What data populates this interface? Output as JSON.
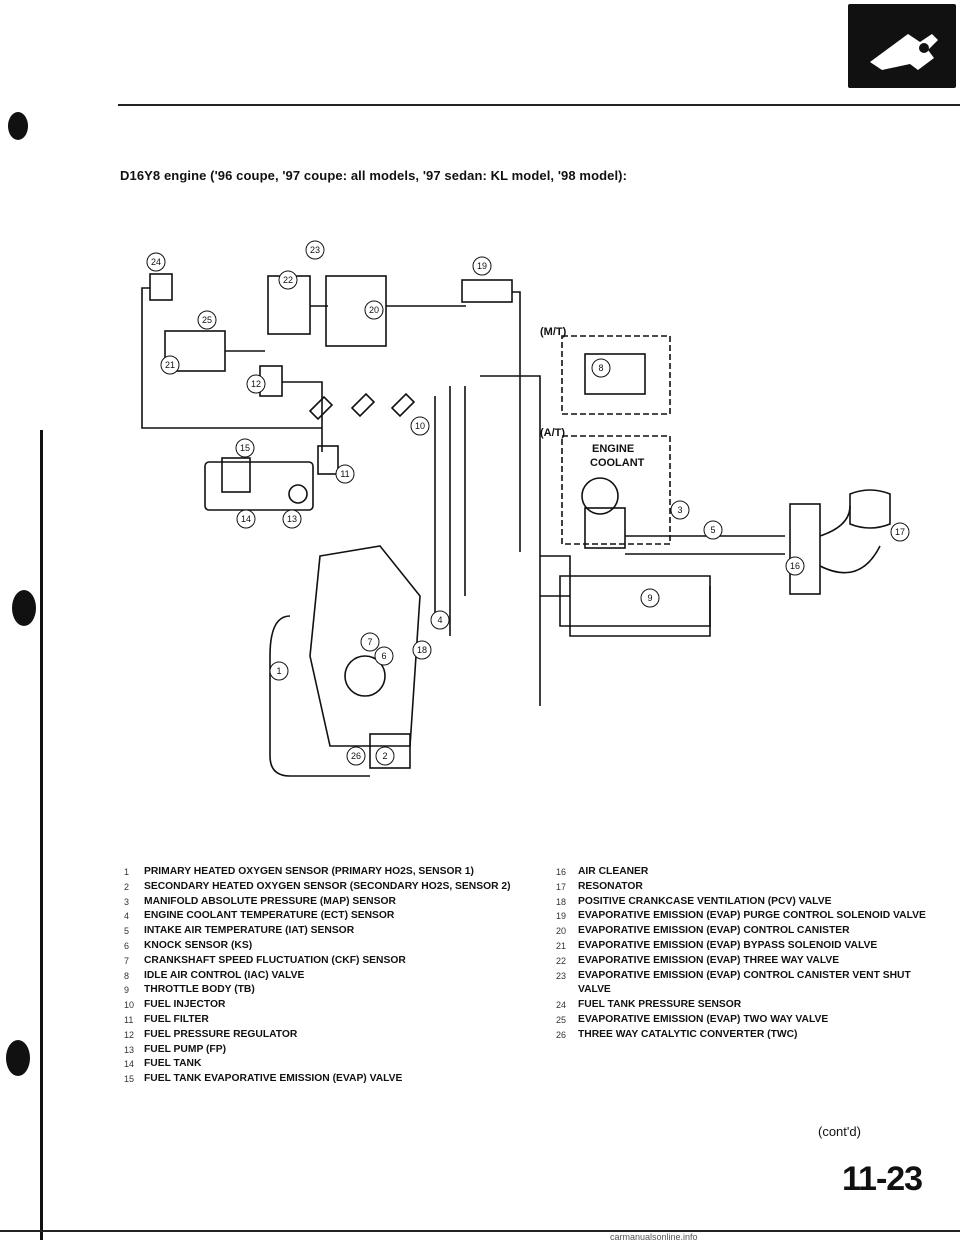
{
  "header": {
    "title": "D16Y8 engine ('96 coupe, '97 coupe: all models, '97 sedan: KL model, '98 model):"
  },
  "diagram": {
    "labels": {
      "mt": "(M/T)",
      "at": "(A/T)",
      "engine": "ENGINE",
      "coolant": "COOLANT"
    },
    "callouts": [
      "1",
      "2",
      "3",
      "4",
      "5",
      "6",
      "7",
      "8",
      "9",
      "10",
      "11",
      "12",
      "13",
      "14",
      "15",
      "16",
      "17",
      "18",
      "19",
      "20",
      "21",
      "22",
      "23",
      "24",
      "25",
      "26"
    ]
  },
  "legend_left": [
    {
      "num": "1",
      "text": "PRIMARY HEATED OXYGEN SENSOR (PRIMARY HO2S, SENSOR 1)"
    },
    {
      "num": "2",
      "text": "SECONDARY HEATED OXYGEN SENSOR (SECONDARY HO2S, SENSOR 2)"
    },
    {
      "num": "3",
      "text": "MANIFOLD ABSOLUTE PRESSURE (MAP) SENSOR"
    },
    {
      "num": "4",
      "text": "ENGINE COOLANT TEMPERATURE (ECT) SENSOR"
    },
    {
      "num": "5",
      "text": "INTAKE AIR TEMPERATURE (IAT) SENSOR"
    },
    {
      "num": "6",
      "text": "KNOCK SENSOR (KS)"
    },
    {
      "num": "7",
      "text": "CRANKSHAFT SPEED FLUCTUATION (CKF) SENSOR"
    },
    {
      "num": "8",
      "text": "IDLE AIR CONTROL (IAC) VALVE"
    },
    {
      "num": "9",
      "text": "THROTTLE BODY (TB)"
    },
    {
      "num": "10",
      "text": "FUEL INJECTOR"
    },
    {
      "num": "11",
      "text": "FUEL FILTER"
    },
    {
      "num": "12",
      "text": "FUEL PRESSURE REGULATOR"
    },
    {
      "num": "13",
      "text": "FUEL PUMP (FP)"
    },
    {
      "num": "14",
      "text": "FUEL TANK"
    },
    {
      "num": "15",
      "text": "FUEL TANK EVAPORATIVE EMISSION (EVAP) VALVE"
    }
  ],
  "legend_right": [
    {
      "num": "16",
      "text": "AIR CLEANER"
    },
    {
      "num": "17",
      "text": "RESONATOR"
    },
    {
      "num": "18",
      "text": "POSITIVE CRANKCASE VENTILATION (PCV) VALVE"
    },
    {
      "num": "19",
      "text": "EVAPORATIVE EMISSION (EVAP) PURGE CONTROL SOLENOID VALVE"
    },
    {
      "num": "20",
      "text": "EVAPORATIVE EMISSION (EVAP) CONTROL CANISTER"
    },
    {
      "num": "21",
      "text": "EVAPORATIVE EMISSION (EVAP) BYPASS SOLENOID VALVE"
    },
    {
      "num": "22",
      "text": "EVAPORATIVE EMISSION (EVAP) THREE WAY VALVE"
    },
    {
      "num": "23",
      "text": "EVAPORATIVE EMISSION (EVAP) CONTROL CANISTER VENT SHUT VALVE"
    },
    {
      "num": "24",
      "text": "FUEL TANK PRESSURE SENSOR"
    },
    {
      "num": "25",
      "text": "EVAPORATIVE EMISSION (EVAP) TWO WAY VALVE"
    },
    {
      "num": "26",
      "text": "THREE WAY CATALYTIC CONVERTER (TWC)"
    }
  ],
  "footer": {
    "contd": "(cont'd)",
    "page_number": "11-23",
    "watermark": "carmanualsonline.info"
  }
}
